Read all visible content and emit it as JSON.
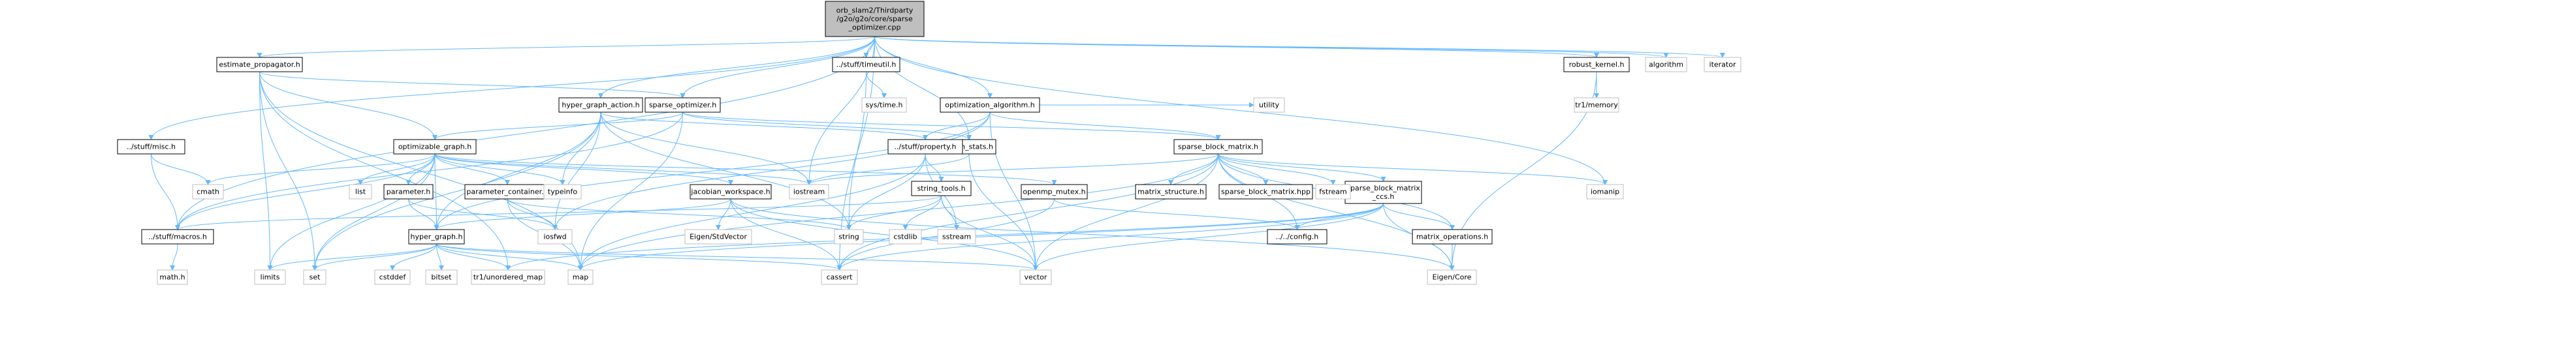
{
  "colors": {
    "edge": "#63b8ff",
    "root_fill": "#bfbfbf",
    "system_border": "#bfbfbf"
  },
  "nodes": [
    {
      "id": "root",
      "kind": "root",
      "lines": [
        "orb_slam2/Thirdparty",
        "/g2o/g2o/core/sparse",
        "_optimizer.cpp"
      ]
    },
    {
      "id": "estimate_propagator",
      "kind": "file",
      "lines": [
        "estimate_propagator.h"
      ]
    },
    {
      "id": "stuff_misc",
      "kind": "file",
      "lines": [
        "../stuff/misc.h"
      ]
    },
    {
      "id": "stuff_timeutil",
      "kind": "file",
      "lines": [
        "../stuff/timeutil.h"
      ]
    },
    {
      "id": "hyper_graph_action",
      "kind": "file",
      "lines": [
        "hyper_graph_action.h"
      ]
    },
    {
      "id": "sparse_optimizer",
      "kind": "file",
      "lines": [
        "sparse_optimizer.h"
      ]
    },
    {
      "id": "optimization_algorithm",
      "kind": "file",
      "lines": [
        "optimization_algorithm.h"
      ]
    },
    {
      "id": "robust_kernel",
      "kind": "file",
      "lines": [
        "robust_kernel.h"
      ]
    },
    {
      "id": "optimizable_graph",
      "kind": "file",
      "lines": [
        "optimizable_graph.h"
      ]
    },
    {
      "id": "batch_stats",
      "kind": "file",
      "lines": [
        "batch_stats.h"
      ]
    },
    {
      "id": "stuff_property",
      "kind": "file",
      "lines": [
        "../stuff/property.h"
      ]
    },
    {
      "id": "sparse_block_matrix",
      "kind": "file",
      "lines": [
        "sparse_block_matrix.h"
      ]
    },
    {
      "id": "parameter",
      "kind": "file",
      "lines": [
        "parameter.h"
      ]
    },
    {
      "id": "parameter_container",
      "kind": "file",
      "lines": [
        "parameter_container.h"
      ]
    },
    {
      "id": "jacobian_workspace",
      "kind": "file",
      "lines": [
        "jacobian_workspace.h"
      ]
    },
    {
      "id": "string_tools",
      "kind": "file",
      "lines": [
        "string_tools.h"
      ]
    },
    {
      "id": "openmp_mutex",
      "kind": "file",
      "lines": [
        "openmp_mutex.h"
      ]
    },
    {
      "id": "matrix_structure",
      "kind": "file",
      "lines": [
        "matrix_structure.h"
      ]
    },
    {
      "id": "sparse_block_matrix_hpp",
      "kind": "file",
      "lines": [
        "sparse_block_matrix.hpp"
      ]
    },
    {
      "id": "sparse_block_matrix_ccs",
      "kind": "file",
      "lines": [
        "sparse_block_matrix",
        "_ccs.h"
      ]
    },
    {
      "id": "stuff_macros",
      "kind": "file",
      "lines": [
        "../stuff/macros.h"
      ]
    },
    {
      "id": "hyper_graph",
      "kind": "file",
      "lines": [
        "hyper_graph.h"
      ]
    },
    {
      "id": "config",
      "kind": "file",
      "lines": [
        "../../config.h"
      ]
    },
    {
      "id": "matrix_operations",
      "kind": "file",
      "lines": [
        "matrix_operations.h"
      ]
    },
    {
      "id": "algorithm",
      "kind": "sys",
      "lines": [
        "algorithm"
      ]
    },
    {
      "id": "iterator",
      "kind": "sys",
      "lines": [
        "iterator"
      ]
    },
    {
      "id": "sys_time",
      "kind": "sys",
      "lines": [
        "sys/time.h"
      ]
    },
    {
      "id": "tr1_memory",
      "kind": "sys",
      "lines": [
        "tr1/memory"
      ]
    },
    {
      "id": "utility",
      "kind": "sys",
      "lines": [
        "utility"
      ]
    },
    {
      "id": "cmath",
      "kind": "sys",
      "lines": [
        "cmath"
      ]
    },
    {
      "id": "list",
      "kind": "sys",
      "lines": [
        "list"
      ]
    },
    {
      "id": "typeinfo",
      "kind": "sys",
      "lines": [
        "typeinfo"
      ]
    },
    {
      "id": "iostream",
      "kind": "sys",
      "lines": [
        "iostream"
      ]
    },
    {
      "id": "fstream",
      "kind": "sys",
      "lines": [
        "fstream"
      ]
    },
    {
      "id": "iomanip",
      "kind": "sys",
      "lines": [
        "iomanip"
      ]
    },
    {
      "id": "eigen_stdvector",
      "kind": "sys",
      "lines": [
        "Eigen/StdVector"
      ]
    },
    {
      "id": "iosfwd",
      "kind": "sys",
      "lines": [
        "iosfwd"
      ]
    },
    {
      "id": "string",
      "kind": "sys",
      "lines": [
        "string"
      ]
    },
    {
      "id": "cstdlib",
      "kind": "sys",
      "lines": [
        "cstdlib"
      ]
    },
    {
      "id": "sstream",
      "kind": "sys",
      "lines": [
        "sstream"
      ]
    },
    {
      "id": "math_h",
      "kind": "sys",
      "lines": [
        "math.h"
      ]
    },
    {
      "id": "limits",
      "kind": "sys",
      "lines": [
        "limits"
      ]
    },
    {
      "id": "set",
      "kind": "sys",
      "lines": [
        "set"
      ]
    },
    {
      "id": "cstddef",
      "kind": "sys",
      "lines": [
        "cstddef"
      ]
    },
    {
      "id": "bitset",
      "kind": "sys",
      "lines": [
        "bitset"
      ]
    },
    {
      "id": "tr1_unordered_map",
      "kind": "sys",
      "lines": [
        "tr1/unordered_map"
      ]
    },
    {
      "id": "map",
      "kind": "sys",
      "lines": [
        "map"
      ]
    },
    {
      "id": "cassert",
      "kind": "sys",
      "lines": [
        "cassert"
      ]
    },
    {
      "id": "vector",
      "kind": "sys",
      "lines": [
        "vector"
      ]
    },
    {
      "id": "eigen_core",
      "kind": "sys",
      "lines": [
        "Eigen/Core"
      ]
    }
  ],
  "edges": [
    [
      "root",
      "estimate_propagator"
    ],
    [
      "root",
      "stuff_misc"
    ],
    [
      "root",
      "stuff_timeutil"
    ],
    [
      "root",
      "hyper_graph_action"
    ],
    [
      "root",
      "sparse_optimizer"
    ],
    [
      "root",
      "optimization_algorithm"
    ],
    [
      "root",
      "robust_kernel"
    ],
    [
      "root",
      "algorithm"
    ],
    [
      "root",
      "iterator"
    ],
    [
      "root",
      "iostream"
    ],
    [
      "root",
      "iomanip"
    ],
    [
      "root",
      "batch_stats"
    ],
    [
      "root",
      "stuff_macros"
    ],
    [
      "root",
      "cassert"
    ],
    [
      "estimate_propagator",
      "optimizable_graph"
    ],
    [
      "estimate_propagator",
      "sparse_optimizer"
    ],
    [
      "estimate_propagator",
      "map"
    ],
    [
      "estimate_propagator",
      "set"
    ],
    [
      "estimate_propagator",
      "limits"
    ],
    [
      "estimate_propagator",
      "tr1_unordered_map"
    ],
    [
      "stuff_misc",
      "stuff_macros"
    ],
    [
      "stuff_misc",
      "cmath"
    ],
    [
      "stuff_timeutil",
      "sys_time"
    ],
    [
      "stuff_timeutil",
      "string"
    ],
    [
      "hyper_graph_action",
      "hyper_graph"
    ],
    [
      "hyper_graph_action",
      "stuff_property"
    ],
    [
      "hyper_graph_action",
      "typeinfo"
    ],
    [
      "hyper_graph_action",
      "iosfwd"
    ],
    [
      "hyper_graph_action",
      "set"
    ],
    [
      "hyper_graph_action",
      "string"
    ],
    [
      "hyper_graph_action",
      "iostream"
    ],
    [
      "sparse_optimizer",
      "optimizable_graph"
    ],
    [
      "sparse_optimizer",
      "sparse_block_matrix"
    ],
    [
      "sparse_optimizer",
      "batch_stats"
    ],
    [
      "sparse_optimizer",
      "map"
    ],
    [
      "sparse_optimizer",
      "stuff_macros"
    ],
    [
      "optimization_algorithm",
      "stuff_property"
    ],
    [
      "optimization_algorithm",
      "hyper_graph"
    ],
    [
      "optimization_algorithm",
      "sparse_block_matrix"
    ],
    [
      "optimization_algorithm",
      "utility"
    ],
    [
      "optimization_algorithm",
      "iosfwd"
    ],
    [
      "optimization_algorithm",
      "vector"
    ],
    [
      "robust_kernel",
      "tr1_memory"
    ],
    [
      "robust_kernel",
      "eigen_core"
    ],
    [
      "optimizable_graph",
      "openmp_mutex"
    ],
    [
      "optimizable_graph",
      "hyper_graph"
    ],
    [
      "optimizable_graph",
      "parameter"
    ],
    [
      "optimizable_graph",
      "parameter_container"
    ],
    [
      "optimizable_graph",
      "jacobian_workspace"
    ],
    [
      "optimizable_graph",
      "stuff_macros"
    ],
    [
      "optimizable_graph",
      "cmath"
    ],
    [
      "optimizable_graph",
      "list"
    ],
    [
      "optimizable_graph",
      "typeinfo"
    ],
    [
      "optimizable_graph",
      "iostream"
    ],
    [
      "optimizable_graph",
      "set"
    ],
    [
      "optimizable_graph",
      "limits"
    ],
    [
      "batch_stats",
      "iostream"
    ],
    [
      "batch_stats",
      "vector"
    ],
    [
      "stuff_property",
      "string_tools"
    ],
    [
      "stuff_property",
      "string"
    ],
    [
      "stuff_property",
      "map"
    ],
    [
      "stuff_property",
      "sstream"
    ],
    [
      "sparse_block_matrix",
      "matrix_structure"
    ],
    [
      "sparse_block_matrix",
      "sparse_block_matrix_hpp"
    ],
    [
      "sparse_block_matrix",
      "sparse_block_matrix_ccs"
    ],
    [
      "sparse_block_matrix",
      "matrix_operations"
    ],
    [
      "sparse_block_matrix",
      "config"
    ],
    [
      "sparse_block_matrix",
      "fstream"
    ],
    [
      "sparse_block_matrix",
      "iomanip"
    ],
    [
      "sparse_block_matrix",
      "iostream"
    ],
    [
      "sparse_block_matrix",
      "map"
    ],
    [
      "sparse_block_matrix",
      "cassert"
    ],
    [
      "sparse_block_matrix",
      "vector"
    ],
    [
      "sparse_block_matrix",
      "eigen_core"
    ],
    [
      "parameter",
      "hyper_graph"
    ],
    [
      "parameter",
      "iosfwd"
    ],
    [
      "parameter_container",
      "iosfwd"
    ],
    [
      "parameter_container",
      "map"
    ],
    [
      "parameter_container",
      "string"
    ],
    [
      "jacobian_workspace",
      "eigen_stdvector"
    ],
    [
      "jacobian_workspace",
      "eigen_core"
    ],
    [
      "jacobian_workspace",
      "hyper_graph"
    ],
    [
      "jacobian_workspace",
      "cassert"
    ],
    [
      "jacobian_workspace",
      "vector"
    ],
    [
      "string_tools",
      "stuff_macros"
    ],
    [
      "string_tools",
      "string"
    ],
    [
      "string_tools",
      "cstdlib"
    ],
    [
      "string_tools",
      "sstream"
    ],
    [
      "string_tools",
      "vector"
    ],
    [
      "openmp_mutex",
      "config"
    ],
    [
      "openmp_mutex",
      "cassert"
    ],
    [
      "sparse_block_matrix_ccs",
      "matrix_operations"
    ],
    [
      "sparse_block_matrix_ccs",
      "config"
    ],
    [
      "sparse_block_matrix_ccs",
      "cassert"
    ],
    [
      "sparse_block_matrix_ccs",
      "vector"
    ],
    [
      "sparse_block_matrix_ccs",
      "eigen_core"
    ],
    [
      "sparse_block_matrix_ccs",
      "tr1_unordered_map"
    ],
    [
      "sparse_block_matrix_ccs",
      "map"
    ],
    [
      "stuff_macros",
      "math_h"
    ],
    [
      "hyper_graph",
      "map"
    ],
    [
      "hyper_graph",
      "set"
    ],
    [
      "hyper_graph",
      "limits"
    ],
    [
      "hyper_graph",
      "cstddef"
    ],
    [
      "hyper_graph",
      "bitset"
    ],
    [
      "hyper_graph",
      "tr1_unordered_map"
    ],
    [
      "hyper_graph",
      "cassert"
    ],
    [
      "hyper_graph",
      "vector"
    ],
    [
      "matrix_operations",
      "eigen_core"
    ]
  ]
}
